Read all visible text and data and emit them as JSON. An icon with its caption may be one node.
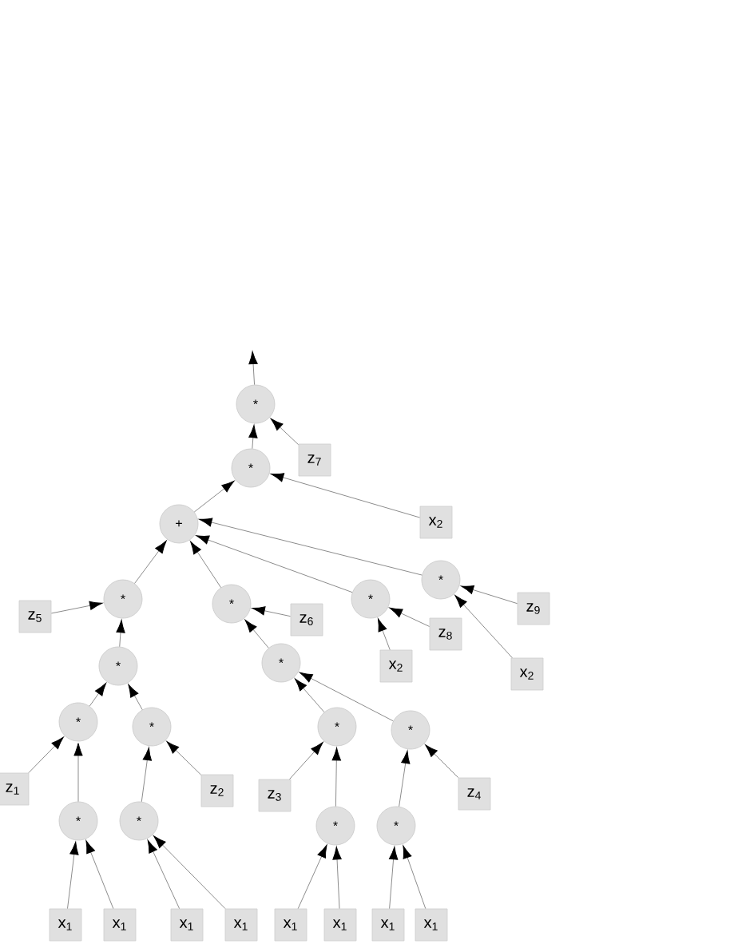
{
  "diagram": {
    "nodes": [
      {
        "text": [
          "*"
        ]
      },
      {
        "text": [
          "z$_{7}$"
        ]
      },
      {
        "text": [
          "*"
        ]
      },
      {
        "text": [
          "x$_{2}$"
        ]
      },
      {
        "text": [
          "+"
        ]
      },
      {
        "text": [
          "*"
        ]
      },
      {
        "text": [
          "z$_{5}$"
        ]
      },
      {
        "text": [
          "*"
        ]
      },
      {
        "text": [
          "z$_{6}$"
        ]
      },
      {
        "text": [
          "*"
        ]
      },
      {
        "text": [
          "z$_{8}$"
        ]
      },
      {
        "text": [
          "x$_{2}$"
        ]
      },
      {
        "text": [
          "*"
        ]
      },
      {
        "text": [
          "z$_{9}$"
        ]
      },
      {
        "text": [
          "x$_{2}$"
        ]
      },
      {
        "text": [
          "*"
        ]
      },
      {
        "text": [
          "*"
        ]
      },
      {
        "text": [
          "*"
        ]
      },
      {
        "text": [
          "*"
        ]
      },
      {
        "text": [
          "z$_{1}$"
        ]
      },
      {
        "text": [
          "z$_{2}$"
        ]
      },
      {
        "text": [
          "*"
        ]
      },
      {
        "text": [
          "*"
        ]
      },
      {
        "text": [
          "z$_{3}$"
        ]
      },
      {
        "text": [
          "z$_{4}$"
        ]
      },
      {
        "text": [
          "*"
        ]
      },
      {
        "text": [
          "*"
        ]
      },
      {
        "text": [
          "*"
        ]
      },
      {
        "text": [
          "*"
        ]
      },
      {
        "text": [
          "x$_{1}$"
        ]
      },
      {
        "text": [
          "x$_{1}$"
        ]
      },
      {
        "text": [
          "x$_{1}$"
        ]
      },
      {
        "text": [
          "x$_{1}$"
        ]
      },
      {
        "text": [
          "x$_{1}$"
        ]
      },
      {
        "text": [
          "x$_{1}$"
        ]
      },
      {
        "text": [
          "x$_{1}$"
        ]
      },
      {
        "text": [
          "x$_{1}$"
        ]
      }
    ],
    "edges": [
      {
        "from": 0,
        "to": null,
        "arrow": "to"
      },
      {
        "from": 1,
        "to": 0,
        "arrow": "to"
      },
      {
        "from": 2,
        "to": 0,
        "arrow": "to"
      },
      {
        "from": 3,
        "to": 2,
        "arrow": "to"
      },
      {
        "from": 4,
        "to": 2,
        "arrow": "to"
      },
      {
        "from": 5,
        "to": 4,
        "arrow": "to"
      },
      {
        "from": 7,
        "to": 4,
        "arrow": "to"
      },
      {
        "from": 9,
        "to": 4,
        "arrow": "to"
      },
      {
        "from": 12,
        "to": 4,
        "arrow": "to"
      },
      {
        "from": 6,
        "to": 5,
        "arrow": "to"
      },
      {
        "from": 15,
        "to": 5,
        "arrow": "to"
      },
      {
        "from": 8,
        "to": 7,
        "arrow": "to"
      },
      {
        "from": 16,
        "to": 7,
        "arrow": "to"
      },
      {
        "from": 10,
        "to": 9,
        "arrow": "to"
      },
      {
        "from": 11,
        "to": 9,
        "arrow": "to"
      },
      {
        "from": 13,
        "to": 12,
        "arrow": "to"
      },
      {
        "from": 14,
        "to": 12,
        "arrow": "to"
      },
      {
        "from": 17,
        "to": 15,
        "arrow": "to"
      },
      {
        "from": 18,
        "to": 15,
        "arrow": "to"
      },
      {
        "from": 19,
        "to": 17,
        "arrow": "to"
      },
      {
        "from": 25,
        "to": 17,
        "arrow": "to"
      },
      {
        "from": 20,
        "to": 18,
        "arrow": "to"
      },
      {
        "from": 26,
        "to": 18,
        "arrow": "to"
      },
      {
        "from": 21,
        "to": 16,
        "arrow": "to"
      },
      {
        "from": 22,
        "to": 16,
        "arrow": "to"
      },
      {
        "from": 23,
        "to": 21,
        "arrow": "to"
      },
      {
        "from": 27,
        "to": 21,
        "arrow": "to"
      },
      {
        "from": 24,
        "to": 22,
        "arrow": "to"
      },
      {
        "from": 28,
        "to": 22,
        "arrow": "to"
      },
      {
        "from": 29,
        "to": 25,
        "arrow": "to"
      },
      {
        "from": 30,
        "to": 25,
        "arrow": "to"
      },
      {
        "from": 31,
        "to": 26,
        "arrow": "to"
      },
      {
        "from": 32,
        "to": 26,
        "arrow": "to"
      },
      {
        "from": 33,
        "to": 27,
        "arrow": "to"
      },
      {
        "from": 34,
        "to": 27,
        "arrow": "to"
      },
      {
        "from": 35,
        "to": 28,
        "arrow": "to"
      },
      {
        "from": 36,
        "to": 28,
        "arrow": "to"
      }
    ]
  }
}
